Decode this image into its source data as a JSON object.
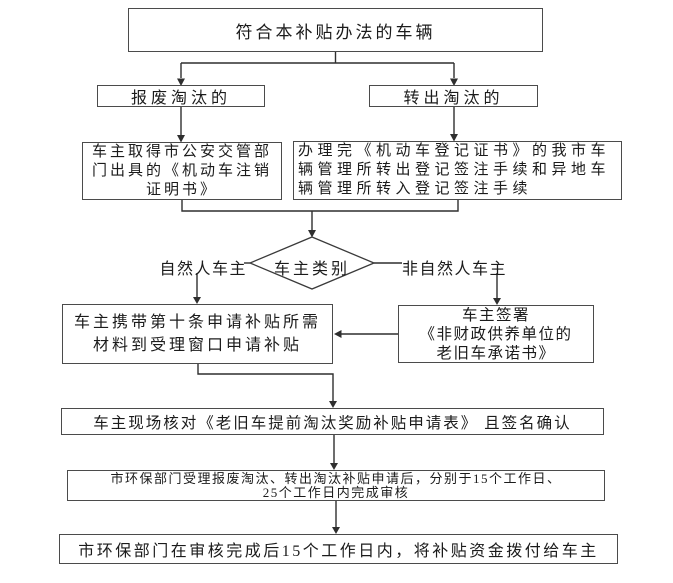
{
  "colors": {
    "background": "#ffffff",
    "box_border": "#4b4b4b",
    "line": "#2f2f2f",
    "text": "#1b1b1b"
  },
  "nodes": {
    "start": {
      "label": "符合本补贴办法的车辆"
    },
    "scrap": {
      "label": "报废淘汰的"
    },
    "transfer": {
      "label": "转出淘汰的"
    },
    "scrap_cert": {
      "lines": [
        "车主取得市公安交管部",
        "门出具的《机动车注销",
        "证明书》"
      ]
    },
    "transfer_proc": {
      "lines": [
        "办理完《机动车登记证书》的我市车",
        "辆管理所转出登记签注手续和异地车",
        "辆管理所转入登记签注手续"
      ]
    },
    "decision": {
      "label": "车主类别"
    },
    "branch_natural": {
      "label": "自然人车主"
    },
    "branch_non_natural": {
      "label": "非自然人车主"
    },
    "apply": {
      "lines": [
        "车主携带第十条申请补贴所需",
        "材料到受理窗口申请补贴"
      ]
    },
    "sign": {
      "lines": [
        "车主签署",
        "《非财政供养单位的",
        "老旧车承诺书》"
      ]
    },
    "verify": {
      "label": "车主现场核对《老旧车提前淘汰奖励补贴申请表》 且签名确认"
    },
    "review": {
      "lines": [
        "市环保部门受理报废淘汰、转出淘汰补贴申请后，分别于15个工作日、",
        "25个工作日内完成审核"
      ]
    },
    "pay": {
      "label": "市环保部门在审核完成后15个工作日内，将补贴资金拨付给车主"
    }
  }
}
